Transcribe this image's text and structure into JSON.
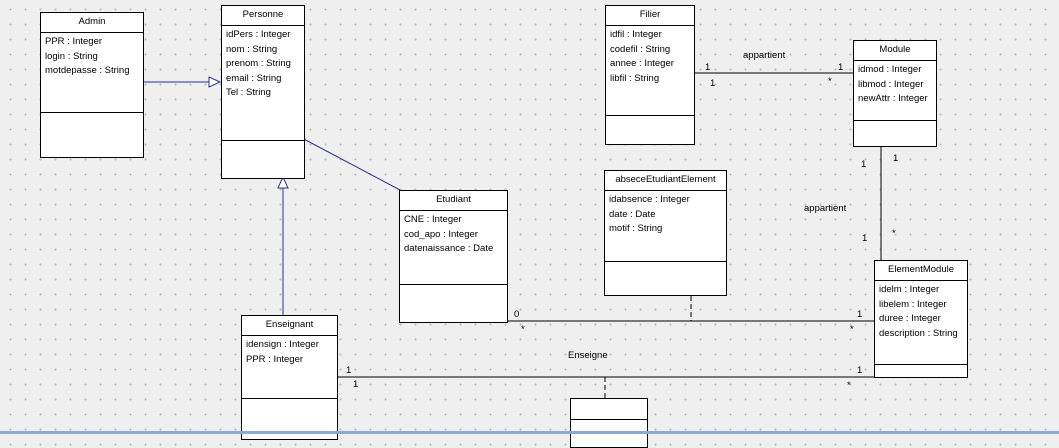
{
  "classes": {
    "admin": {
      "name": "Admin",
      "attributes": [
        "PPR : Integer",
        "login : String",
        "motdepasse : String"
      ]
    },
    "personne": {
      "name": "Personne",
      "attributes": [
        "idPers : Integer",
        "nom : String",
        "prenom : String",
        "email : String",
        "Tel : String"
      ]
    },
    "filier": {
      "name": "Filier",
      "attributes": [
        "idfil : Integer",
        "codefil : String",
        "annee : Integer",
        "libfil : String"
      ]
    },
    "module": {
      "name": "Module",
      "attributes": [
        "idmod : Integer",
        "libmod : Integer",
        "newAttr : Integer"
      ]
    },
    "etudiant": {
      "name": "Etudiant",
      "attributes": [
        "CNE : Integer",
        "cod_apo : Integer",
        "datenaissance : Date"
      ]
    },
    "absence": {
      "name": "abseceEtudiantElement",
      "attributes": [
        "idabsence : Integer",
        "date : Date",
        "motif : String"
      ]
    },
    "element": {
      "name": "ElementModule",
      "attributes": [
        "idelm : Integer",
        "libelem : Integer",
        "duree : Integer",
        "description : String"
      ]
    },
    "enseignant": {
      "name": "Enseignant",
      "attributes": [
        "idensign : Integer",
        "PPR : Integer"
      ]
    },
    "unnamed": {
      "name": "",
      "attributes": []
    }
  },
  "associations": {
    "filier_module": {
      "name": "appartient",
      "mult_a1": "1",
      "mult_a2": "1",
      "mult_b1": "1",
      "mult_b2": "*"
    },
    "module_element": {
      "name": "appartient",
      "mult_a1": "1",
      "mult_a2": "1",
      "mult_b1": "1",
      "mult_b2": "*"
    },
    "etudiant_element": {
      "mult_a1": "0",
      "mult_a2": "*",
      "mult_b1": "1",
      "mult_b2": "*"
    },
    "enseignant_element": {
      "name": "Enseigne",
      "mult_a1": "1",
      "mult_a2": "1",
      "mult_b1": "1",
      "mult_b2": "*"
    }
  },
  "colors": {
    "inheritance": "#2e3192",
    "association": "#000000",
    "accent": "#8aa9d6"
  }
}
